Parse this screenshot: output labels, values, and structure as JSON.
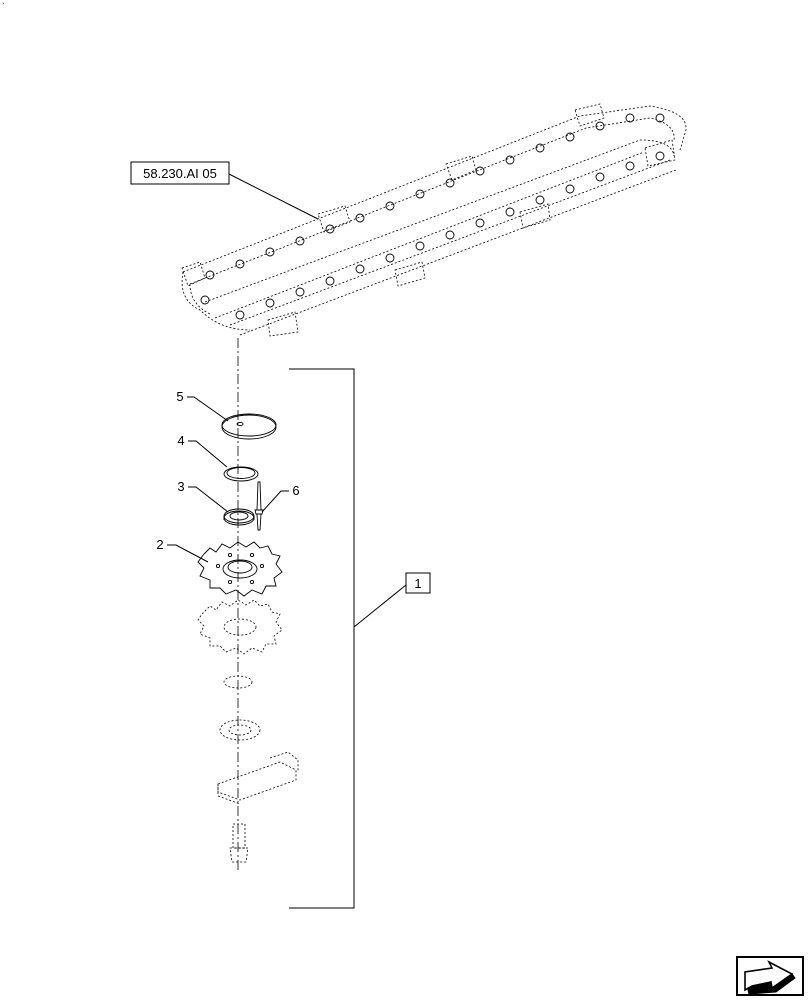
{
  "reference_box": {
    "label": "58.230.AI 05"
  },
  "assembly_label": "1",
  "callouts": [
    {
      "id": "5",
      "text": "5"
    },
    {
      "id": "4",
      "text": "4"
    },
    {
      "id": "3",
      "text": "3"
    },
    {
      "id": "6",
      "text": "6"
    },
    {
      "id": "2",
      "text": "2"
    }
  ],
  "icons": {
    "corner": "navigation-arrow-icon"
  }
}
